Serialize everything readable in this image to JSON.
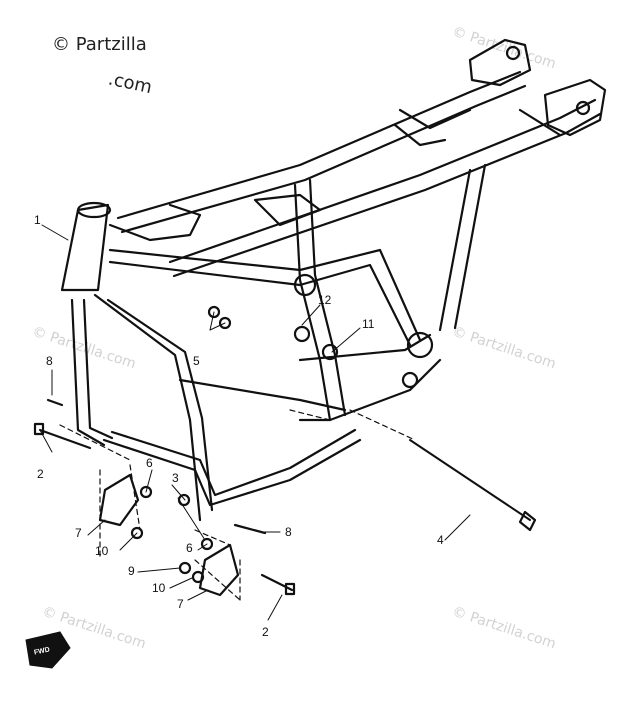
{
  "watermark": {
    "main_line1": "© Partzilla",
    "main_line2": ".com",
    "repeat": "© Partzilla.com"
  },
  "fwd_label": "FWD",
  "callouts": [
    "1",
    "2",
    "2",
    "3",
    "4",
    "5",
    "6",
    "6",
    "7",
    "7",
    "8",
    "8",
    "9",
    "10",
    "10",
    "11",
    "12"
  ]
}
